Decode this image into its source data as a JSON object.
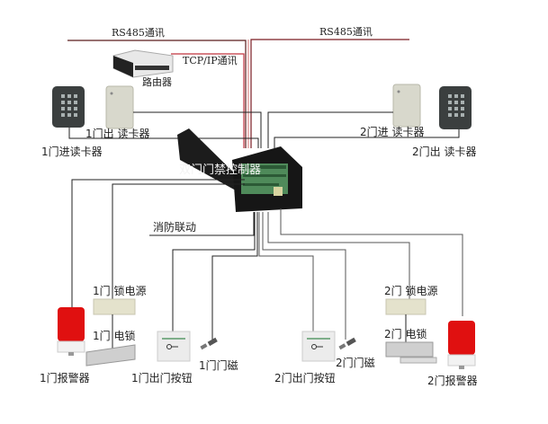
{
  "title": "双门门禁控制器接线示意图",
  "comm": {
    "rs485_left": "RS485通讯",
    "rs485_right": "RS485通讯",
    "tcpip": "TCP/IP通讯",
    "router": "路由器"
  },
  "controller": {
    "label": "双门门禁控制器"
  },
  "fire_link": "消防联动",
  "door1": {
    "in_reader": "1门进读卡器",
    "out_reader": "1门出  读卡器",
    "lock_power": "1门  锁电源",
    "lock": "1门  电锁",
    "alarm": "1门报警器",
    "exit_button": "1门出门按钮",
    "door_sensor": "1门门磁"
  },
  "door2": {
    "in_reader": "2门进  读卡器",
    "out_reader": "2门出  读卡器",
    "lock_power": "2门  锁电源",
    "lock": "2门  电锁",
    "alarm": "2门报警器",
    "exit_button": "2门出门按钮",
    "door_sensor": "2门门磁"
  },
  "colors": {
    "comm_wire": "#c0343f",
    "wire": "#222222",
    "wire_gray": "#666666",
    "controller_box": "#1c1c1c",
    "pcb": "#4f8a5a",
    "alarm_red": "#e01010"
  }
}
